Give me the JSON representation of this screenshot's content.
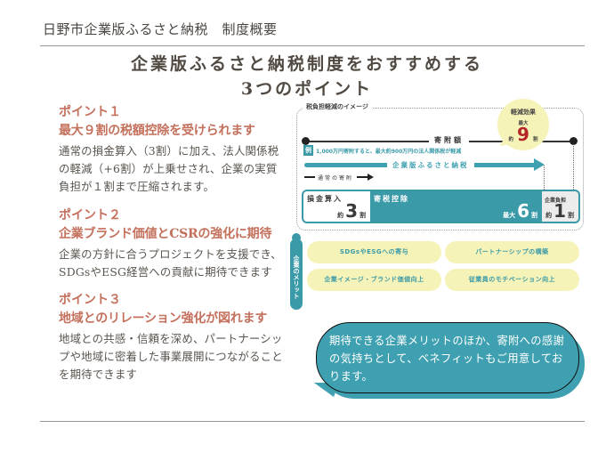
{
  "header": {
    "doc_title": "日野市企業版ふるさと納税　制度概要"
  },
  "title": {
    "line1": "企業版ふるさと納税制度をおすすめする",
    "line2": "3つのポイント"
  },
  "points": [
    {
      "label": "ポイント１",
      "heading": "最大９割の税額控除を受けられます",
      "body": "通常の損金算入（3割）に加え、法人関係税の軽減（+6割）が上乗せされ、企業の実質負担が１割まで圧縮されます。"
    },
    {
      "label": "ポイント２",
      "heading": "企業ブランド価値とCSRの強化に期待",
      "body": "企業の方針に合うプロジェクトを支援でき、SDGsやESG経営への貢献に期待できます"
    },
    {
      "label": "ポイント３",
      "heading": "地域とのリレーション強化が図れます",
      "body": "地域との共感・信頼を深め、パートナーシップや地域に密着した事業展開につながることを期待できます"
    }
  ],
  "diagram": {
    "title": "税負担軽減のイメージ",
    "donation_label": "寄附額",
    "example_tag": "例",
    "example_text": "1,000万円寄附すると、最大約900万円の法人関係税が軽減",
    "furusato_label": "企業版ふるさと納税",
    "normal_label": "通常の寄附",
    "callout": {
      "title": "軽減効果",
      "max": "最大",
      "prefix": "約",
      "value": "9",
      "unit": "割"
    },
    "segments": [
      {
        "name": "損金算入",
        "prefix": "約",
        "value": "3",
        "unit": "割"
      },
      {
        "name": "寄税控除",
        "prefix": "最大",
        "value": "6",
        "unit": "割"
      },
      {
        "name": "企業負担",
        "prefix": "約",
        "value": "1",
        "unit": "割"
      }
    ],
    "colors": {
      "teal": "#3a9aa8",
      "yellow": "#f6f3b8",
      "red": "#b62528",
      "accent_text": "#c4705c"
    }
  },
  "merits": {
    "tag": "企業のメリット",
    "items": [
      "SDGsやESGへの寄与",
      "パートナーシップの構築",
      "企業イメージ・ブランド価値向上",
      "従業員のモチベーション向上"
    ]
  },
  "bubble": {
    "text": "期待できる企業メリットのほか、寄附への感謝の気持ちとして、ベネフィットもご用意しております。"
  }
}
